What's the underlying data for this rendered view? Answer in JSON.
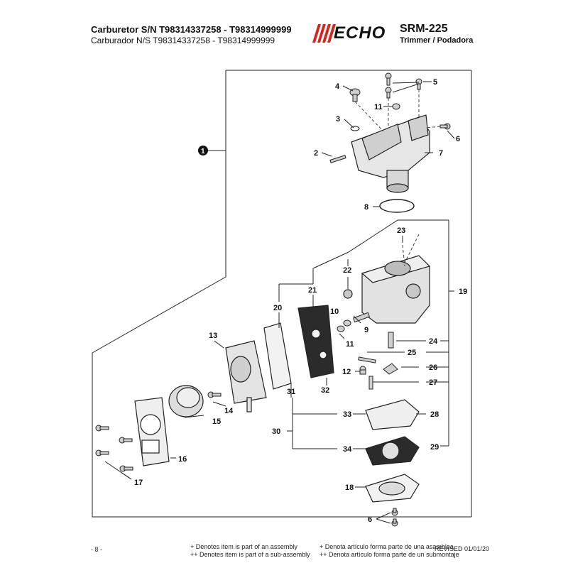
{
  "header": {
    "title": "Carburetor S/N T98314337258 - T98314999999",
    "subtitle": "Carburador N/S T98314337258 - T98314999999",
    "brand": "ECHO",
    "model": "SRM-225",
    "model_sub": "Trimmer / Podadora"
  },
  "callouts": {
    "c1": "1",
    "c2": "2",
    "c3": "3",
    "c4": "4",
    "c5": "5",
    "c6": "6",
    "c7": "7",
    "c8": "8",
    "c9": "9",
    "c10": "10",
    "c11a": "11",
    "c11b": "11",
    "c12": "12",
    "c13": "13",
    "c14": "14",
    "c15": "15",
    "c16": "16",
    "c17": "17",
    "c18": "18",
    "c19": "19",
    "c20": "20",
    "c21": "21",
    "c22": "22",
    "c23": "23",
    "c24": "24",
    "c25": "25",
    "c26": "26",
    "c27": "27",
    "c28": "28",
    "c29": "29",
    "c30": "30",
    "c31": "31",
    "c32": "32",
    "c33": "33",
    "c34": "34",
    "c6b": "6"
  },
  "footer": {
    "page": "- 8 -",
    "note_en_1": "+ Denotes item is part of an assembly",
    "note_en_2": "++ Denotes item is part of a sub-assembly",
    "note_es_1": "+ Denota artículo forma parte de una asamblea",
    "note_es_2": "++ Denota artículo forma parte de un submontaje",
    "revised": "REVISED 01/01/20"
  }
}
